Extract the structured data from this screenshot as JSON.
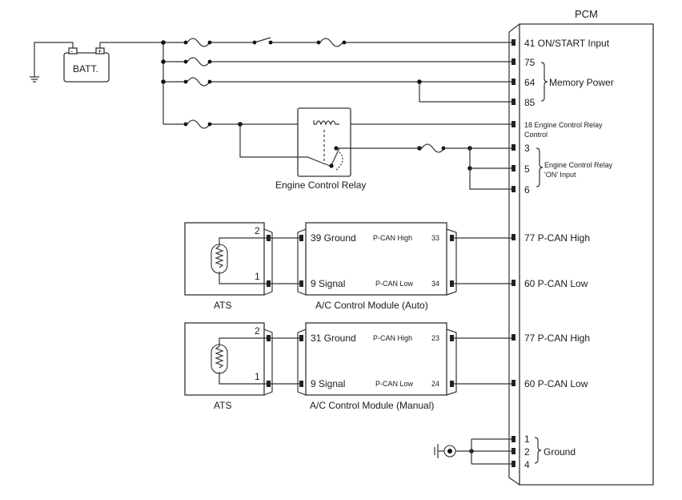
{
  "pcm": {
    "title": "PCM",
    "pins": {
      "p41": "41 ON/START Input",
      "p75": "75",
      "p64": "64",
      "p85": "85",
      "memory_power": "Memory Power",
      "p18_line1": "18 Engine Control Relay",
      "p18_line2": "Control",
      "p3": "3",
      "p5": "5",
      "p6": "6",
      "relay_on_line1": "Engine Control Relay",
      "relay_on_line2": "'ON' Input",
      "can_high_1": "77 P-CAN High",
      "can_low_1": "60 P-CAN Low",
      "can_high_2": "77 P-CAN High",
      "can_low_2": "60 P-CAN Low",
      "g1": "1",
      "g2": "2",
      "g4": "4",
      "ground": "Ground"
    }
  },
  "battery": {
    "label": "BATT.",
    "neg": "-",
    "pos": "+"
  },
  "relay": {
    "label": "Engine Control Relay"
  },
  "ats_auto": {
    "label": "ATS",
    "pin_top": "2",
    "pin_bottom": "1"
  },
  "ats_manual": {
    "label": "ATS",
    "pin_top": "2",
    "pin_bottom": "1"
  },
  "ac_auto": {
    "label": "A/C Control Module (Auto)",
    "ground": "39 Ground",
    "signal": "9 Signal",
    "can_high": "P-CAN High",
    "can_low": "P-CAN Low",
    "pin_high": "33",
    "pin_low": "34"
  },
  "ac_manual": {
    "label": "A/C Control Module (Manual)",
    "ground": "31 Ground",
    "signal": "9 Signal",
    "can_high": "P-CAN High",
    "can_low": "P-CAN Low",
    "pin_high": "23",
    "pin_low": "24"
  }
}
